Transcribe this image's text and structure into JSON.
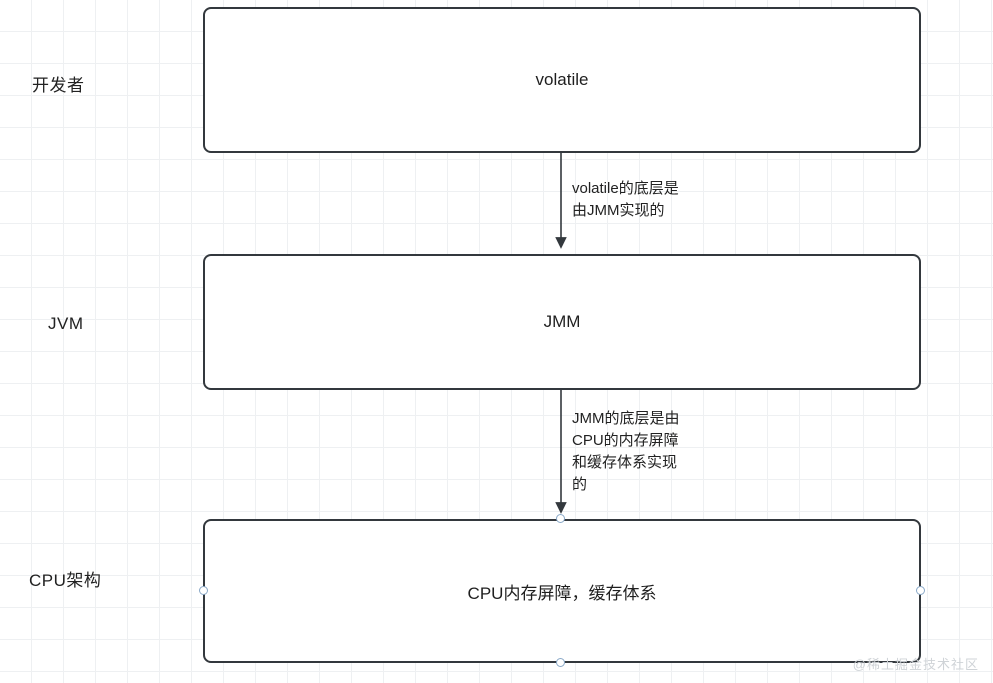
{
  "diagram": {
    "type": "flowchart",
    "background": "#ffffff",
    "grid_color": "#eef0f2",
    "node_border_color": "#33383d",
    "handle_color": "#8aa9c8",
    "lanes": [
      {
        "id": "lane-developer",
        "label": "开发者"
      },
      {
        "id": "lane-jvm",
        "label": "JVM"
      },
      {
        "id": "lane-cpu",
        "label": "CPU架构"
      }
    ],
    "nodes": [
      {
        "id": "node-volatile",
        "label": "volatile"
      },
      {
        "id": "node-jmm",
        "label": "JMM"
      },
      {
        "id": "node-cpu",
        "label": "CPU内存屏障，缓存体系"
      }
    ],
    "edges": [
      {
        "id": "edge-volatile-jmm",
        "label": "volatile的底层是\n由JMM实现的",
        "from": "node-volatile",
        "to": "node-jmm"
      },
      {
        "id": "edge-jmm-cpu",
        "label": "JMM的底层是由\nCPU的内存屏障\n和缓存体系实现\n的",
        "from": "node-jmm",
        "to": "node-cpu"
      }
    ],
    "watermark": "@稀土掘金技术社区"
  }
}
